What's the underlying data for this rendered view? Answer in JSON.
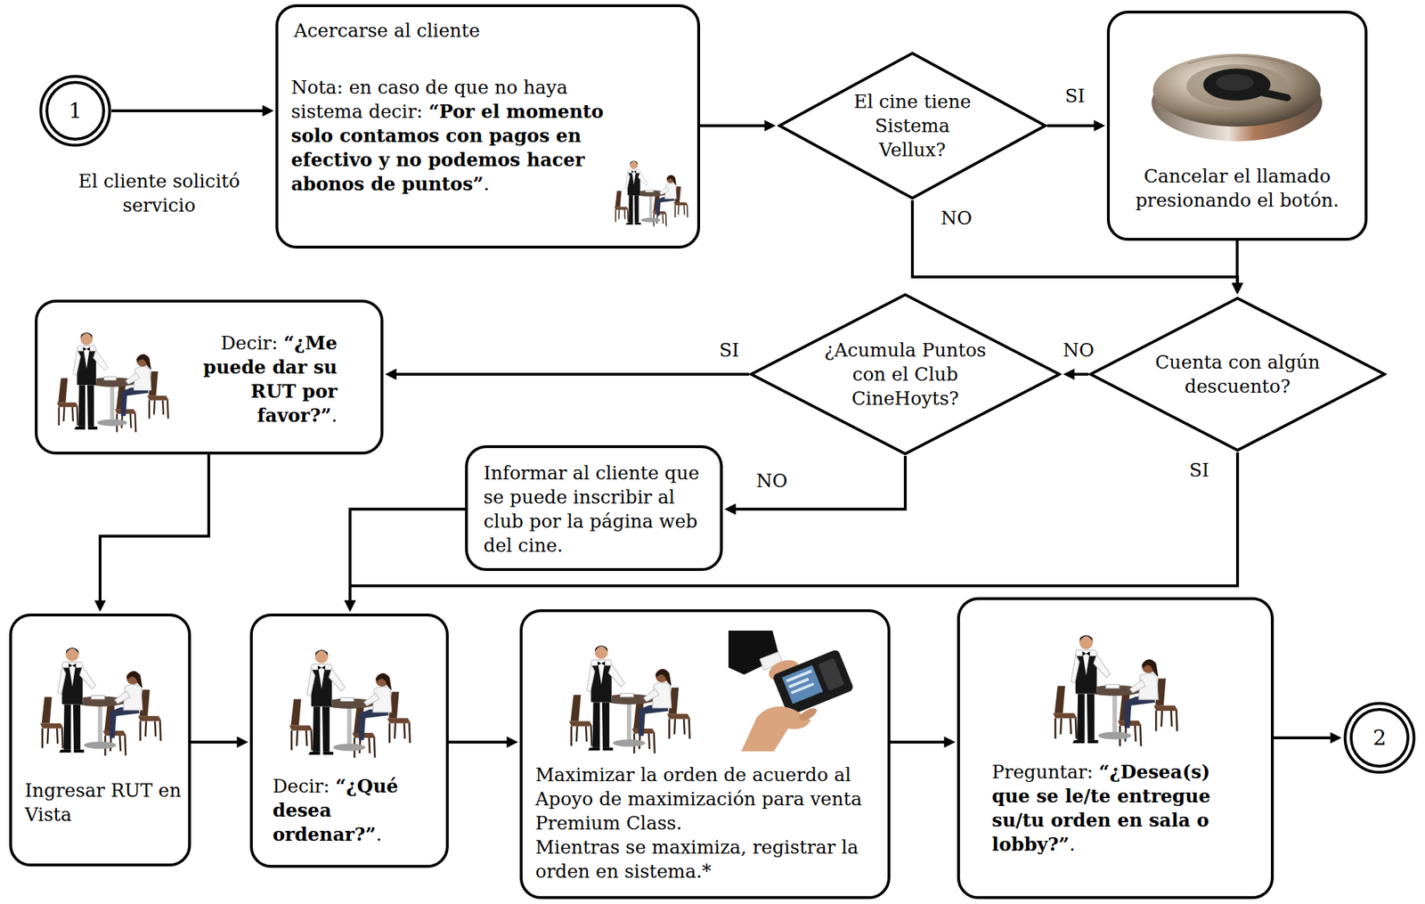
{
  "diagram": {
    "nodes": [
      {
        "text": [
          "1"
        ]
      },
      {
        "text": [
          "Acercarse al cliente",
          "Nota: en caso de que no haya sistema decir: “Por el momento solo contamos con pagos en efectivo y no podemos hacer abonos de puntos”."
        ]
      },
      {
        "text": [
          "El cine tiene Sistema Vellux?"
        ]
      },
      {
        "text": [
          "Cancelar el llamado presionando el botón."
        ]
      },
      {
        "text": [
          "Cuenta con algún descuento?"
        ]
      },
      {
        "text": [
          "¿Acumula Puntos con el Club CineHoyts?"
        ]
      },
      {
        "text": [
          "Decir: “¿Me puede dar su RUT por favor?”."
        ]
      },
      {
        "text": [
          "Informar al cliente que se puede inscribir al club por la página web del cine."
        ]
      },
      {
        "text": [
          "Ingresar RUT en Vista"
        ]
      },
      {
        "text": [
          "Decir: “¿Qué desea ordenar?”."
        ]
      },
      {
        "text": [
          "Maximizar la orden de acuerdo al Apoyo de maximización para venta Premium Class.",
          "Mientras se maximiza, registrar la orden en sistema.*"
        ]
      },
      {
        "text": [
          "Preguntar: “¿Desea(s) que se le/te entregue su/tu orden en sala o lobby?”."
        ]
      },
      {
        "text": [
          "2"
        ]
      }
    ],
    "edges": [
      {
        "from": 0,
        "to": 1,
        "arrow": "to"
      },
      {
        "from": 1,
        "to": 2,
        "arrow": "to"
      },
      {
        "from": 2,
        "to": 3,
        "label": "SI",
        "arrow": "to"
      },
      {
        "from": 2,
        "to": 4,
        "label": "NO",
        "arrow": "to"
      },
      {
        "from": 3,
        "to": 4,
        "arrow": "to"
      },
      {
        "from": 4,
        "to": 5,
        "label": "NO",
        "arrow": "to"
      },
      {
        "from": 5,
        "to": 6,
        "label": "SI",
        "arrow": "to"
      },
      {
        "from": 5,
        "to": 7,
        "label": "NO",
        "arrow": "to"
      },
      {
        "from": 4,
        "to": 9,
        "label": "SI",
        "arrow": "to"
      },
      {
        "from": 7,
        "to": 9,
        "arrow": "to"
      },
      {
        "from": 6,
        "to": 8,
        "arrow": "to"
      },
      {
        "from": 8,
        "to": 9,
        "arrow": "to"
      },
      {
        "from": 9,
        "to": 10,
        "arrow": "to"
      },
      {
        "from": 10,
        "to": 11,
        "arrow": "to"
      },
      {
        "from": 11,
        "to": 12,
        "arrow": "to"
      }
    ],
    "labels": [
      "El cliente solicitó servicio"
    ]
  }
}
